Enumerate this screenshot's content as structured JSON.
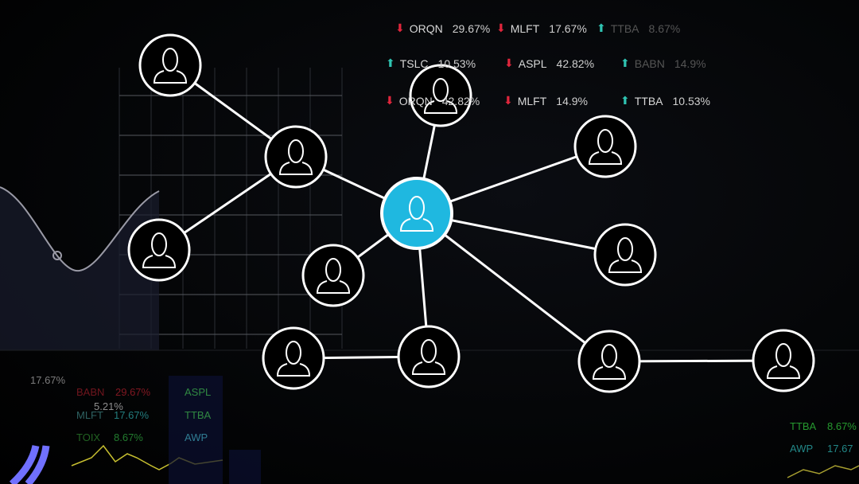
{
  "ticker_top": [
    {
      "symbol": "ORQN",
      "value": "29.67%",
      "dir": "down"
    },
    {
      "symbol": "MLFT",
      "value": "17.67%",
      "dir": "down"
    },
    {
      "symbol": "TTBA",
      "value": "8.67%",
      "dir": "up",
      "faint": true
    },
    {
      "symbol": "TSLC",
      "value": "10.53%",
      "dir": "up"
    },
    {
      "symbol": "ASPL",
      "value": "42.82%",
      "dir": "down"
    },
    {
      "symbol": "BABN",
      "value": "14.9%",
      "dir": "up",
      "faint": true
    },
    {
      "symbol": "ORQN",
      "value": "42.82%",
      "dir": "down"
    },
    {
      "symbol": "MLFT",
      "value": "14.9%",
      "dir": "down"
    },
    {
      "symbol": "TTBA",
      "value": "10.53%",
      "dir": "up"
    }
  ],
  "ticker_bottom": [
    {
      "text": "17.67%",
      "color": "#9a9a9a"
    },
    {
      "text": "BABN",
      "color": "#8a1a24"
    },
    {
      "text": "29.67%",
      "color": "#a01c28"
    },
    {
      "text": "ASPL",
      "color": "#3aa84a"
    },
    {
      "text": "5.21%",
      "color": "#b0b0b0"
    },
    {
      "text": "MLFT",
      "color": "#3a7a7a"
    },
    {
      "text": "17.67%",
      "color": "#2a9a9a"
    },
    {
      "text": "TTBA",
      "color": "#3aa84a"
    },
    {
      "text": "TOIX",
      "color": "#2a7a2a"
    },
    {
      "text": "8.67%",
      "color": "#2a9a3a"
    },
    {
      "text": "AWP",
      "color": "#3a9ab0"
    },
    {
      "text": "TTBA",
      "color": "#2fbf3a"
    },
    {
      "text": "8.67%",
      "color": "#2fbf3a"
    },
    {
      "text": "AWP",
      "color": "#2aa8a8"
    },
    {
      "text": "17.67",
      "color": "#2aa8a8"
    }
  ],
  "colors": {
    "hub": "#1fb8e0",
    "node": "#ffffff",
    "up": "#2fc4b2",
    "down": "#e0263c"
  },
  "network": {
    "hub": "center",
    "nodes": [
      "a",
      "b",
      "c",
      "d",
      "e",
      "f",
      "center",
      "g",
      "h",
      "i",
      "j",
      "k"
    ],
    "edges": [
      [
        "a",
        "b"
      ],
      [
        "b",
        "center"
      ],
      [
        "c",
        "b"
      ],
      [
        "d",
        "center"
      ],
      [
        "center",
        "g"
      ],
      [
        "center",
        "h"
      ],
      [
        "center",
        "i"
      ],
      [
        "center",
        "f"
      ],
      [
        "center",
        "j"
      ],
      [
        "e",
        "f"
      ],
      [
        "j",
        "k"
      ]
    ]
  }
}
